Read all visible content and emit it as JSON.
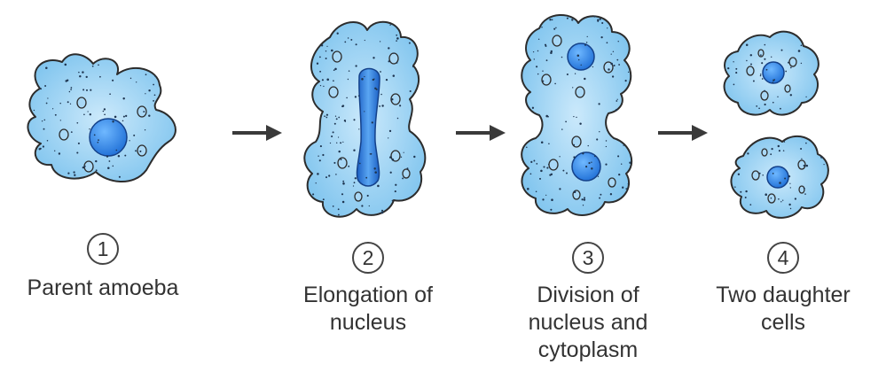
{
  "stages": [
    {
      "number": "1",
      "lines": [
        "Parent amoeba"
      ]
    },
    {
      "number": "2",
      "lines": [
        "Elongation of",
        "nucleus"
      ]
    },
    {
      "number": "3",
      "lines": [
        "Division of",
        "nucleus and",
        "cytoplasm"
      ]
    },
    {
      "number": "4",
      "lines": [
        "Two daughter",
        "cells"
      ]
    }
  ],
  "colors": {
    "cell_fill": "#7fc4ee",
    "cell_fill_light": "#cbe9fb",
    "cell_outline": "#2c2c2c",
    "nucleus": "#1f6fd6",
    "arrow": "#3a3a3a"
  }
}
